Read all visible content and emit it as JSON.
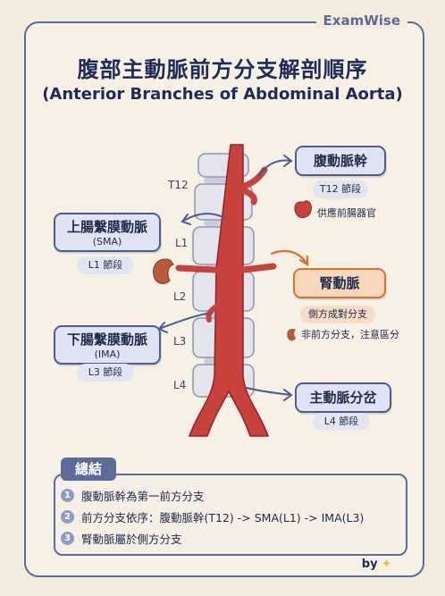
{
  "brand": "ExamWise",
  "title": "腹部主動脈前方分支解剖順序",
  "subtitle": "(Anterior Branches of Abdominal Aorta)",
  "vertebrae": [
    "T12",
    "L1",
    "L2",
    "L3",
    "L4"
  ],
  "celiac": {
    "name": "腹動脈幹",
    "level": "T12 節段",
    "note": "供應前腸器官"
  },
  "sma": {
    "name": "上腸繫膜動脈",
    "abbr": "(SMA)",
    "level": "L1 節段"
  },
  "renal": {
    "name": "腎動脈",
    "level": "側方成對分支",
    "note": "非前方分支，注意區分"
  },
  "ima": {
    "name": "下腸繫膜動脈",
    "abbr": "(IMA)",
    "level": "L3 節段"
  },
  "bifurcation": {
    "name": "主動脈分岔",
    "level": "L4 節段"
  },
  "summary": {
    "heading": "總結",
    "points": [
      {
        "num": "1",
        "text": "腹動脈幹為第一前方分支"
      },
      {
        "num": "2",
        "text": "前方分支依序：腹動脈幹(T12) -> SMA(L1) -> IMA(L3)"
      },
      {
        "num": "3",
        "text": "腎動脈屬於側方分支"
      }
    ]
  },
  "byline": "by",
  "colors": {
    "artery": "#c9413c",
    "accent_blue": "#4d5b8f",
    "accent_orange": "#d8702e"
  }
}
